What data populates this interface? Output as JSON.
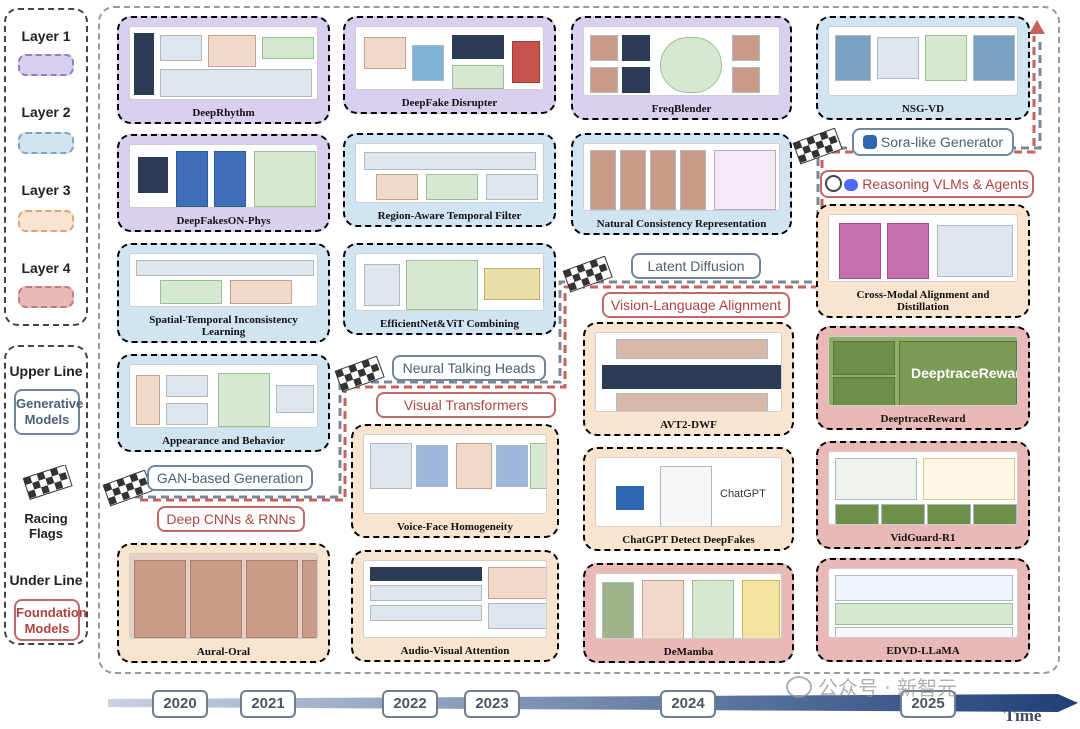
{
  "legend": {
    "layers": [
      "Layer 1",
      "Layer 2",
      "Layer 3",
      "Layer 4"
    ],
    "upper_line": "Upper Line",
    "generative_models": "Generative Models",
    "racing_flags": "Racing Flags",
    "under_line": "Under Line",
    "foundation_models": "Foundation Models"
  },
  "cards": {
    "deeprhythm": "DeepRhythm",
    "deepfakes_on_phys": "DeepFakesON-Phys",
    "spatial_temporal": "Spatial-Temporal Inconsistency Learning",
    "appearance_behavior": "Appearance and Behavior",
    "aural_oral": "Aural-Oral",
    "deepfake_disrupter": "DeepFake Disrupter",
    "region_aware": "Region-Aware Temporal Filter",
    "efficientnet_vit": "EfficientNet&ViT Combining",
    "voice_face": "Voice-Face Homogeneity",
    "audio_visual": "Audio-Visual Attention",
    "freqblender": "FreqBlender",
    "natural_consistency": "Natural Consistency Representation",
    "avt2_dwf": "AVT2-DWF",
    "chatgpt_detect": "ChatGPT Detect DeepFakes",
    "demamba": "DeMamba",
    "nsg_vd": "NSG-VD",
    "cross_modal": "Cross-Modal Alignment and Distillation",
    "deeptrace_reward": "DeeptraceReward",
    "vidguard_r1": "VidGuard-R1",
    "edvd_llama": "EDVD-LLaMA"
  },
  "milestones": {
    "gan_generation": "GAN-based Generation",
    "deep_cnns_rnns": "Deep CNNs & RNNs",
    "neural_talking_heads": "Neural Talking Heads",
    "visual_transformers": "Visual Transformers",
    "latent_diffusion": "Latent Diffusion",
    "vision_language": "Vision-Language Alignment",
    "sora_like": "Sora-like Generator",
    "reasoning_vlms": "Reasoning VLMs & Agents"
  },
  "timeline": {
    "years": [
      "2020",
      "2021",
      "2022",
      "2023",
      "2024",
      "2025"
    ],
    "axis_label": "Time"
  },
  "watermark": "公众号 · 新智元",
  "figure_text": {
    "chatgpt": "ChatGPT",
    "deeptrace_overlay": "DeeptraceReward"
  },
  "colors": {
    "layer1": "#d9d0f0",
    "layer2": "#d0e4f2",
    "layer3": "#f8e4cf",
    "layer4": "#e8b9b6",
    "upper_line": "#6f86a0",
    "under_line": "#c06a66",
    "timeline": "#25447a"
  }
}
